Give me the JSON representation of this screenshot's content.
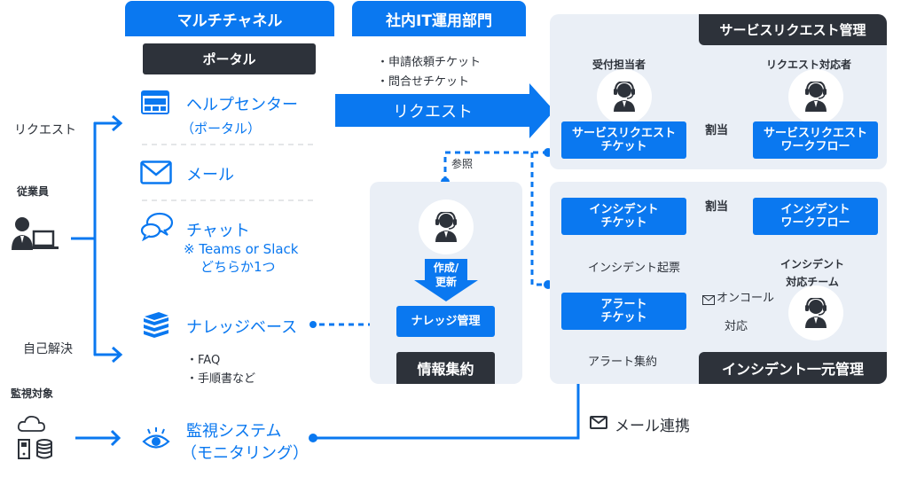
{
  "colors": {
    "accent": "#0a78f0",
    "dark": "#2d323a",
    "panel": "#eaeff6"
  },
  "left": {
    "employee_label": "従業員",
    "request_label": "リクエスト",
    "self_solve_label": "自己解決",
    "monitor_target_label": "監視対象"
  },
  "multichannel": {
    "title": "マルチチャネル",
    "portal_header": "ポータル",
    "items": [
      {
        "icon": "browser-window-icon",
        "label": "ヘルプセンター",
        "sub": "（ポータル）"
      },
      {
        "icon": "mail-icon",
        "label": "メール"
      },
      {
        "icon": "chat-bubbles-icon",
        "label": "チャット",
        "sub1": "※ Teams or Slack",
        "sub2": "どちらか1つ"
      },
      {
        "icon": "books-icon",
        "label": "ナレッジベース",
        "bullets": [
          "・FAQ",
          "・手順書など"
        ]
      }
    ],
    "monitoring": {
      "icon": "eye-icon",
      "label": "監視システム",
      "sub": "（モニタリング）"
    }
  },
  "it_dept": {
    "title": "社内IT運用部門",
    "bullets": [
      "・申請依頼チケット",
      "・問合せチケット"
    ],
    "request_arrow_label": "リクエスト",
    "reference_label": "参照",
    "knowledge": {
      "create_update_label_1": "作成/",
      "create_update_label_2": "更新",
      "box_label": "ナレッジ管理",
      "footer": "情報集約"
    }
  },
  "service_request": {
    "title": "サービスリクエスト管理",
    "receptionist_label": "受付担当者",
    "handler_label": "リクエスト対応者",
    "ticket_box": [
      "サービスリクエスト",
      "チケット"
    ],
    "assign_label": "割当",
    "workflow_box": [
      "サービスリクエスト",
      "ワークフロー"
    ]
  },
  "incident": {
    "title": "インシデント一元管理",
    "ticket_box": [
      "インシデント",
      "チケット"
    ],
    "assign_label": "割当",
    "workflow_box": [
      "インシデント",
      "ワークフロー"
    ],
    "raise_label": "インシデント起票",
    "team_label_1": "インシデント",
    "team_label_2": "対応チーム",
    "alert_box": [
      "アラート",
      "チケット"
    ],
    "oncall_label": "オンコール",
    "response_label": "対応",
    "aggregate_label": "アラート集約"
  },
  "mail_integration_label": "メール連携"
}
